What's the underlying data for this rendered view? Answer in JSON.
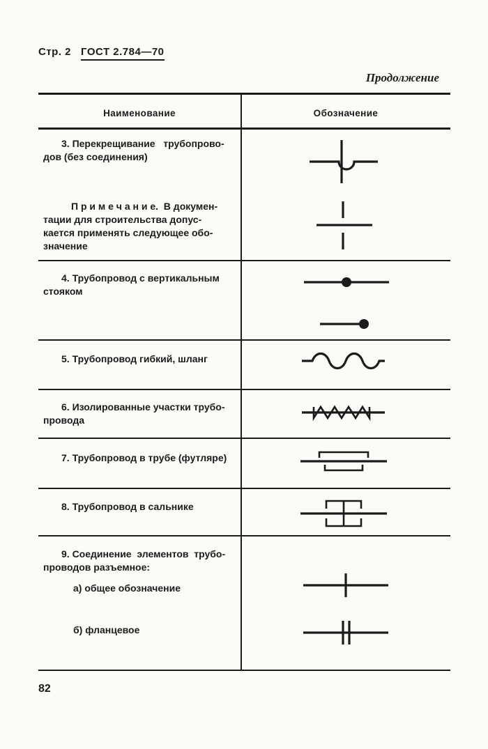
{
  "page": {
    "header_page_label": "Стр. 2",
    "header_doc_number": "ГОСТ 2.784—70",
    "continuation_label": "Продолжение",
    "page_number": "82"
  },
  "table": {
    "headers": {
      "name": "Наименование",
      "designation": "Обозначение"
    },
    "rows": [
      {
        "name": "3. Перекрещивание   трубопрово-\nдов (без соединения)",
        "note": "П р и м е ч а н и е.  В докумен-\nтации для строительства допус-\nкается применять следующее обо-\nзначение",
        "symbols": [
          "pipes-crossing-with-jump",
          "pipes-crossing-broken-vertical"
        ]
      },
      {
        "name": "4. Трубопровод с вертикальным\nстояком",
        "symbols": [
          "pipe-with-riser-mid",
          "pipe-with-riser-end"
        ]
      },
      {
        "name": "5. Трубопровод гибкий, шланг",
        "symbols": [
          "flexible-hose-wavy-line"
        ]
      },
      {
        "name": "6. Изолированные участки трубо-\nпровода",
        "symbols": [
          "insulated-pipe-zigzag"
        ]
      },
      {
        "name": "7. Трубопровод в трубе (футляре)",
        "symbols": [
          "pipe-in-casing"
        ]
      },
      {
        "name": "8. Трубопровод в сальнике",
        "symbols": [
          "pipe-in-gland"
        ]
      },
      {
        "name": "9. Соединение  элементов  трубо-\nпроводов разъемное:",
        "sub_items": [
          {
            "label": "а) общее обозначение",
            "symbol": "detachable-joint-general"
          },
          {
            "label": "б) фланцевое",
            "symbol": "detachable-joint-flanged"
          }
        ]
      }
    ]
  }
}
